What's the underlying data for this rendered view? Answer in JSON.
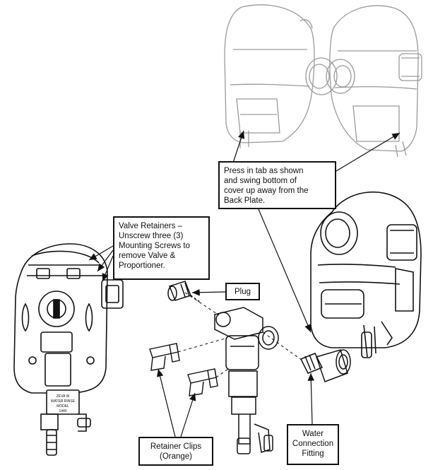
{
  "callouts": {
    "press_tab": {
      "lines": [
        "Press in tab as shown",
        "and swing bottom of",
        "cover up away from the",
        "Back Plate."
      ]
    },
    "valve_retainers": {
      "lines": [
        "Valve Retainers –",
        "Unscrew three (3)",
        "Mounting Screws to",
        "remove Valve &",
        "Proportioner."
      ]
    },
    "plug": {
      "lines": [
        "Plug"
      ]
    },
    "retainer_clips": {
      "lines": [
        "Retainer Clips",
        "(Orange)"
      ]
    },
    "water_fitting": {
      "lines": [
        "Water",
        "Connection",
        "Fitting"
      ]
    }
  },
  "device_label": {
    "lines": [
      "ZEVA W",
      "WATER RINSE",
      "MODEL",
      "1440"
    ]
  },
  "colors": {
    "ink": "#111111",
    "paper": "#ffffff",
    "ghost": "#9a9a9a"
  }
}
